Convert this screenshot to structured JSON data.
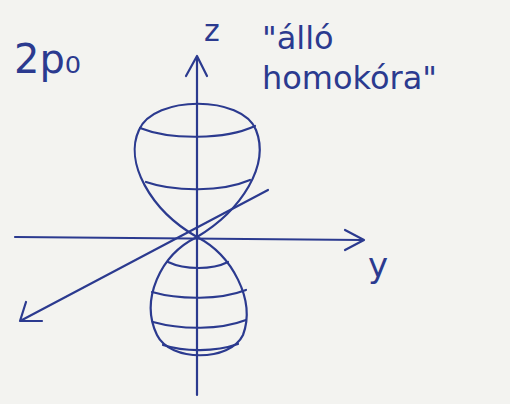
{
  "diagram": {
    "labels": [
      "2p₀",
      "z",
      "y",
      "\"álló homokóra\""
    ]
  }
}
